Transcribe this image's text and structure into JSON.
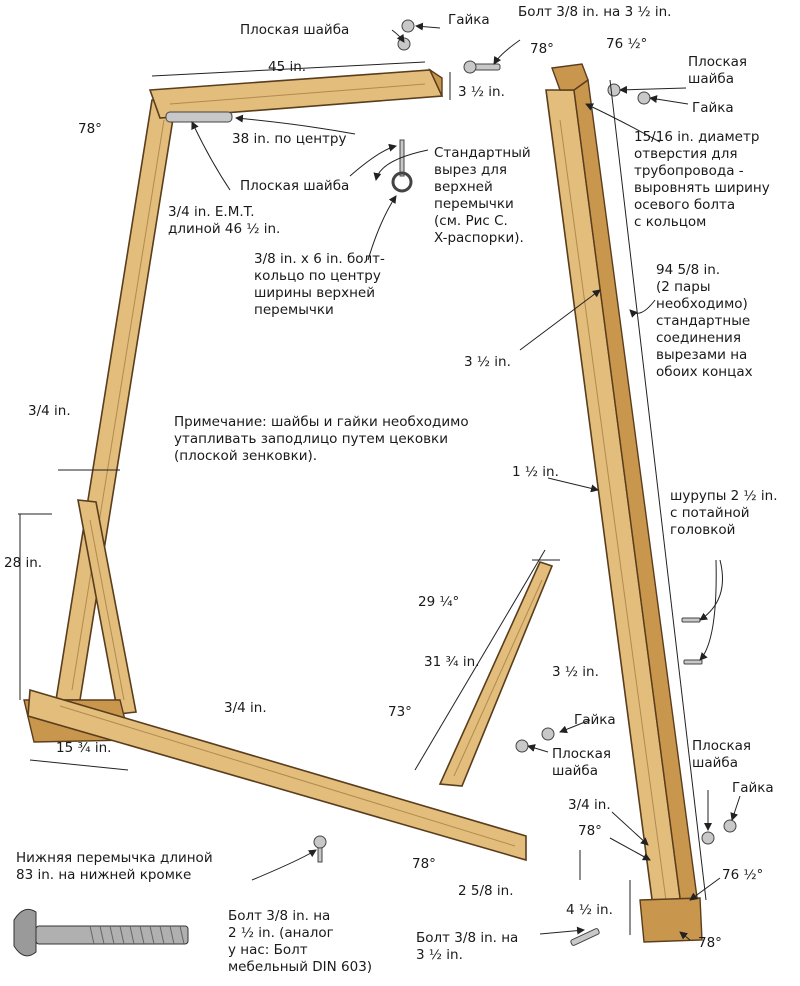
{
  "labels": {
    "washer_top_left": "Плоская шайба",
    "nut_top_left": "Гайка",
    "bolt_top": "Болт 3/8 in. на 3 ½ in.",
    "angle_78_top_center": "78°",
    "angle_76_5_top": "76 ½°",
    "washer_top_right": "Плоская\nшайба",
    "nut_top_right": "Гайка",
    "width_45": "45 in.",
    "height_3_5_top": "3 ½ in.",
    "angle_78_left": "78°",
    "emt_38": "38 in. по центру",
    "hole_15_16": "15/16 in. диаметр\nотверстия для\nтрубопровода -\nвыровнять ширину\nосевого болта\nс кольцом",
    "standard_notch": "Стандартный\nвырез для\nверхней\nперемычки\n(см. Рис С.\nX-распорки).",
    "washer_middle": "Плоская шайба",
    "emt_pipe": "3/4 in. E.M.T.\nдлиной 46 ½ in.",
    "eye_bolt": "3/8 in. x 6 in. болт-\nкольцо по центру\nширины верхней\nперемычки",
    "leg_94": "94 5/8 in.\n(2 пары\nнеобходимо)\nстандартные\nсоединения\nвырезами на\nобоих концах",
    "width_3_5_leg": "3 ½ in.",
    "thick_3_4_left": "3/4 in.",
    "note": "Примечание: шайбы и гайки необходимо\nутапливать заподлицо путем цековки\n(плоской зенковки).",
    "width_1_5": "1 ½ in.",
    "screws": "шурупы 2 ½ in.\nс потайной\nголовкой",
    "height_28": "28 in.",
    "angle_29_25": "29 ¼°",
    "length_31_75": "31 ¾ in.",
    "width_3_5_brace": "3 ½ in.",
    "thick_3_4_bottom": "3/4 in.",
    "angle_73": "73°",
    "nut_mid_right": "Гайка",
    "washer_mid_right": "Плоская\nшайба",
    "length_15_75": "15 ¾ in.",
    "washer_bottom_right": "Плоская\nшайба",
    "nut_bottom_right": "Гайка",
    "thick_3_4_right": "3/4 in.",
    "angle_78_bottom_right": "78°",
    "bottom_beam": "Нижняя перемычка длиной\n83 in. на нижней кромке",
    "angle_78_bottom": "78°",
    "dim_2_5_8": "2 5/8 in.",
    "angle_76_5_bottom": "76 ½°",
    "dim_4_5": "4 ½ in.",
    "angle_78_corner": "78°",
    "bolt_bottom_left": "Болт 3/8 in. на\n2 ½ in. (аналог\nу нас: Болт\nмебельный DIN 603)",
    "bolt_bottom_right": "Болт 3/8 in. на\n3 ½ in."
  },
  "colors": {
    "wood": "#e2bd7c",
    "wood_edge": "#5a3d1c",
    "metal": "#c8c8c8",
    "text": "#1a1a1a"
  }
}
